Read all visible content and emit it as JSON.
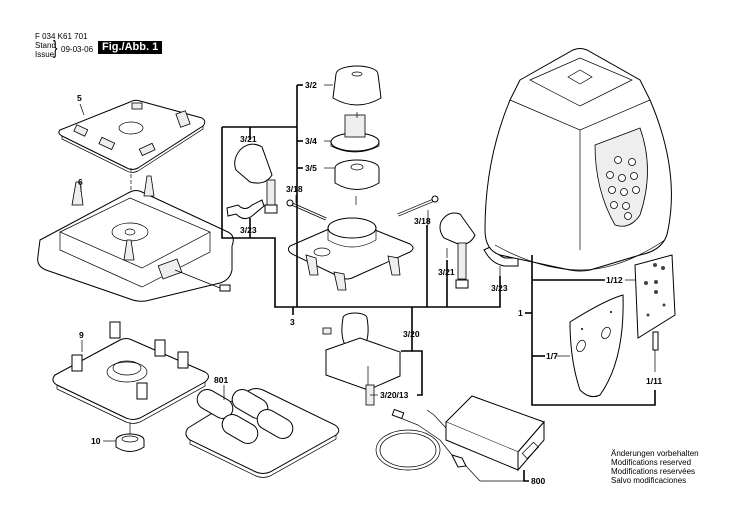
{
  "header": {
    "part_number": "F 034 K61 701",
    "stand_label": "Stand",
    "issue_label": "Issue",
    "brace": "}",
    "date": "09-03-06",
    "figure_label": "Fig./Abb. 1"
  },
  "notes": [
    "Änderungen vorbehalten",
    "Modifications reserved",
    "Modifications reservées",
    "Salvo modificaciones"
  ],
  "part_labels": {
    "p5": "5",
    "p6": "6",
    "p9": "9",
    "p10": "10",
    "p801": "801",
    "p3": "3",
    "p3_2": "3/2",
    "p3_4": "3/4",
    "p3_5": "3/5",
    "p3_18a": "3/18",
    "p3_18b": "3/18",
    "p3_21a": "3/21",
    "p3_21b": "3/21",
    "p3_23a": "3/23",
    "p3_23b": "3/23",
    "p3_20": "3/20",
    "p3_20_13": "3/20/13",
    "p1": "1",
    "p1_12": "1/12",
    "p1_7": "1/7",
    "p1_11": "1/11",
    "p800": "800"
  }
}
